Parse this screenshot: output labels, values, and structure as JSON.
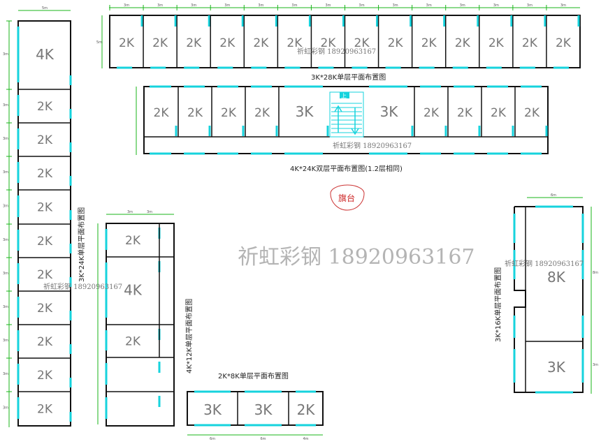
{
  "watermark": {
    "brand": "祈虹彩钢",
    "phone": "18920963167",
    "main": "祈虹彩钢 18920963167"
  },
  "flag_stage": "旗台",
  "stair_mark": "上",
  "blocks": {
    "top_row": {
      "title": "3K*28K单层平面布置图",
      "room_label": "2K",
      "room_count": 14,
      "bay_dim": "3m",
      "depth_dim": "5m"
    },
    "middle_row": {
      "title": "4K*24K双层平面布置图(1.2层相同)",
      "rooms": [
        "2K",
        "2K",
        "2K",
        "2K",
        "3K",
        "3K",
        "2K",
        "2K",
        "2K",
        "2K"
      ]
    },
    "left_column": {
      "title": "3K*24K单层平面布置图",
      "rooms": [
        "4K",
        "2K",
        "2K",
        "2K",
        "2K",
        "2K",
        "2K",
        "2K",
        "2K",
        "2K",
        "2K"
      ],
      "width_dim": "5m",
      "bay_dim": "3m"
    },
    "center_left": {
      "title": "4K*12K单层平面布置图",
      "rooms": [
        "2K",
        "4K",
        "2K",
        "",
        ""
      ],
      "width_dims": [
        "3m",
        "3m"
      ]
    },
    "bottom_center": {
      "title": "2K*8K单层平面布置图",
      "rooms": [
        "3K",
        "3K",
        "2K"
      ],
      "width_dims": [
        "6m",
        "6m",
        "4m"
      ]
    },
    "right_block": {
      "title": "3K*16K单层平面布置图",
      "rooms": [
        "8K",
        "3K"
      ],
      "width_dim": "6m",
      "height_dims": [
        "8m",
        "3m"
      ]
    }
  }
}
